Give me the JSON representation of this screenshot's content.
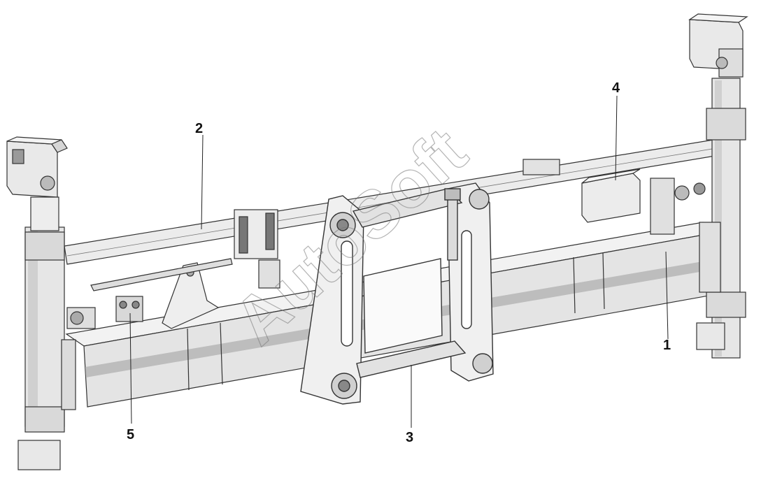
{
  "figure": {
    "callouts": [
      {
        "id": "1",
        "label": "1"
      },
      {
        "id": "2",
        "label": "2"
      },
      {
        "id": "3",
        "label": "3"
      },
      {
        "id": "4",
        "label": "4"
      },
      {
        "id": "5",
        "label": "5"
      }
    ],
    "watermark": "AutoSoft"
  },
  "colors": {
    "background": "#ffffff",
    "line": "#333333",
    "fill_light": "#e9e9e9",
    "fill_mid": "#d6d6d6",
    "fill_dark": "#9a9a9a"
  }
}
